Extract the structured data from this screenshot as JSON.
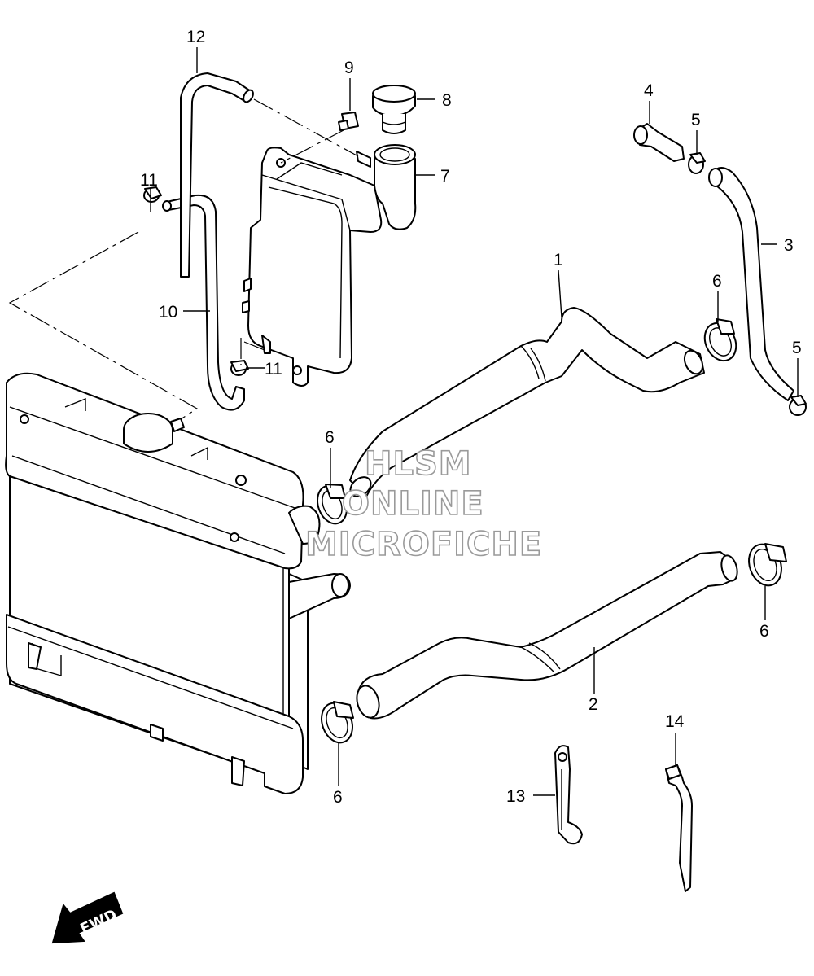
{
  "callouts": {
    "c1": "1",
    "c2": "2",
    "c3": "3",
    "c4": "4",
    "c5a": "5",
    "c5b": "5",
    "c6a": "6",
    "c6b": "6",
    "c6c": "6",
    "c6d": "6",
    "c7": "7",
    "c8": "8",
    "c9": "9",
    "c10": "10",
    "c11a": "11",
    "c11b": "11",
    "c12": "12",
    "c13": "13",
    "c14": "14"
  },
  "watermark": {
    "line1": "HLSM",
    "line2": "ONLINE",
    "line3": "MICROFICHE",
    "color": "#9a9a9a"
  },
  "fwd_arrow": {
    "label": "FWD",
    "fill": "#000000"
  }
}
